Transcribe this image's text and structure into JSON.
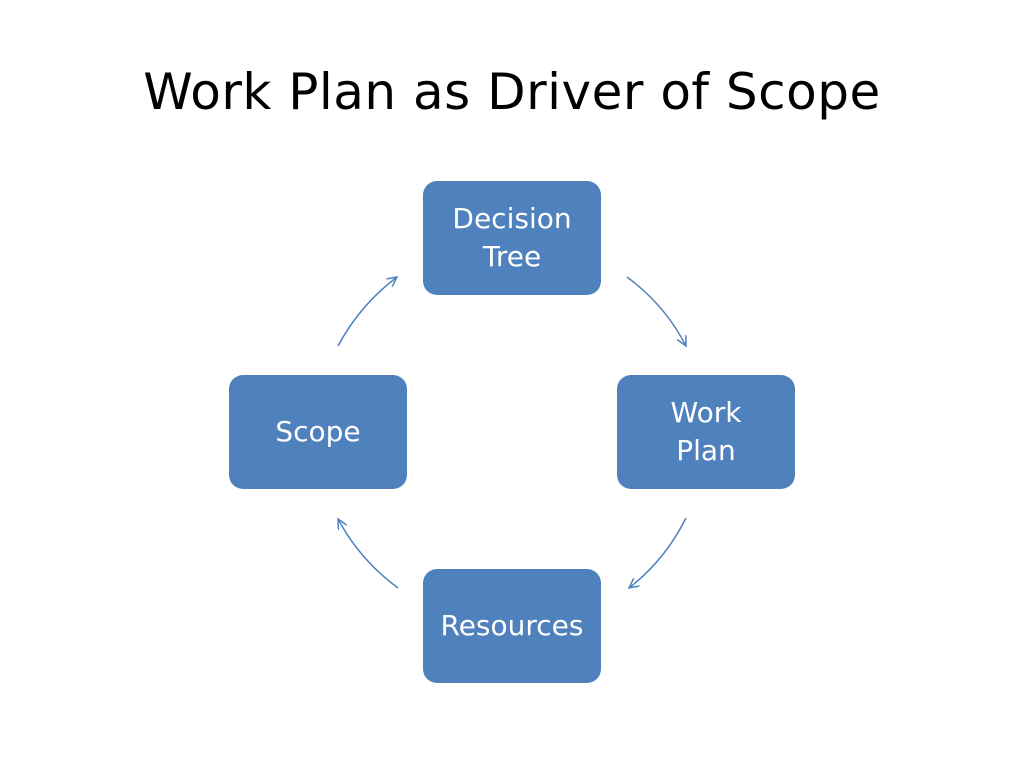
{
  "title": "Work Plan as Driver of Scope",
  "nodes": {
    "decision_tree": "Decision\nTree",
    "work_plan": "Work\nPlan",
    "resources": "Resources",
    "scope": "Scope"
  },
  "colors": {
    "node_fill": "#4f81bd",
    "node_text": "#ffffff",
    "arrow": "#4f81bd"
  }
}
